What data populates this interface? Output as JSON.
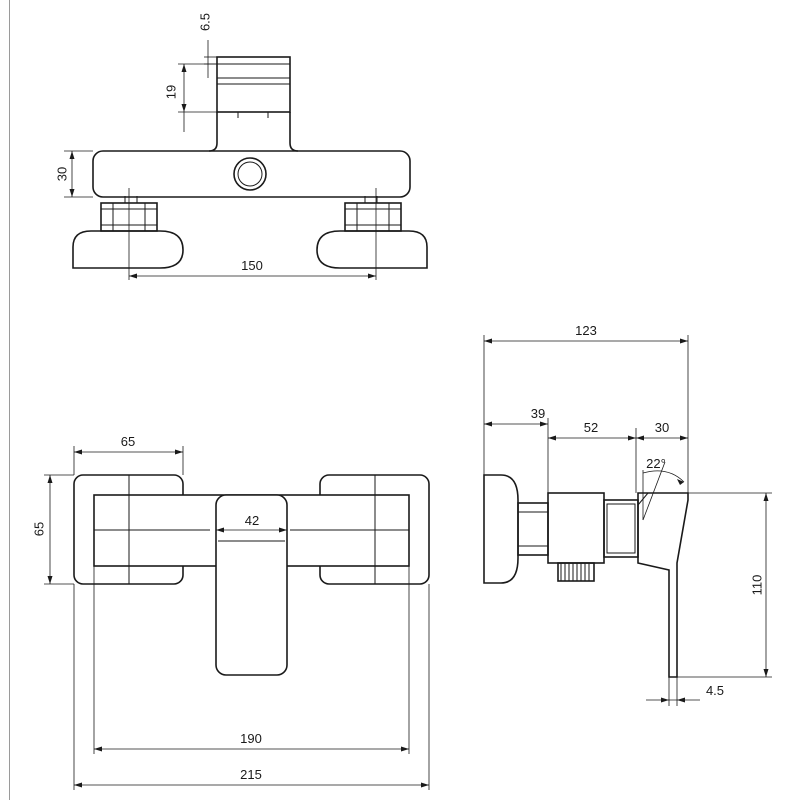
{
  "top_view": {
    "dim_top": "6.5",
    "dim_cap": "19",
    "dim_body": "30",
    "dim_centers": "150"
  },
  "front_view": {
    "dim_flange_width": "65",
    "dim_flange_height": "65",
    "dim_handle": "42",
    "dim_inner": "190",
    "dim_overall": "215"
  },
  "side_view": {
    "dim_total": "123",
    "dim_wall": "39",
    "dim_body": "52",
    "dim_lever": "30",
    "angle": "22°",
    "dim_height": "110",
    "dim_thickness": "4.5"
  }
}
